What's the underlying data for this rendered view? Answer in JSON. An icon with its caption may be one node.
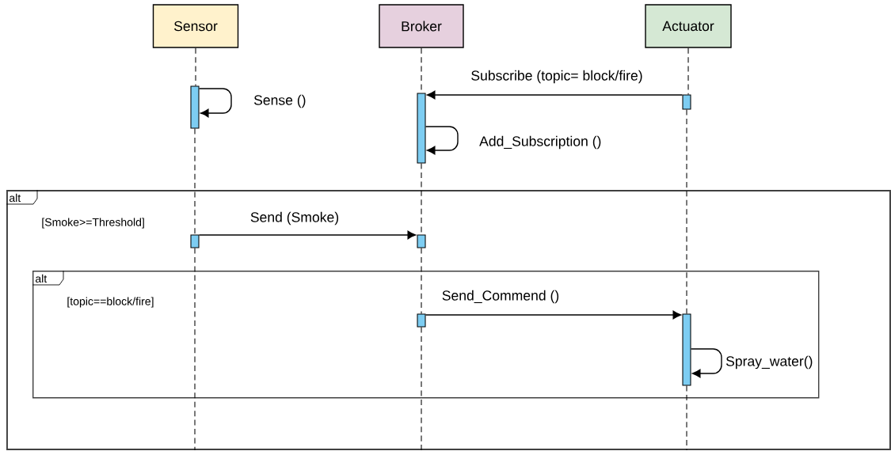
{
  "diagram": {
    "nodes": [
      {
        "text": [
          "Sensor"
        ]
      },
      {
        "text": [
          "Broker"
        ]
      },
      {
        "text": [
          "Actuator"
        ]
      },
      {
        "text": [],
        "shape": "bar"
      },
      {
        "text": [],
        "shape": "bar"
      },
      {
        "text": [],
        "shape": "bar"
      },
      {
        "text": [
          "alt",
          "[Smoke>=Threshold]"
        ]
      },
      {
        "text": [],
        "shape": "bar",
        "in": 6
      },
      {
        "text": [],
        "shape": "bar",
        "in": 6
      },
      {
        "text": [
          "alt",
          "[topic==block/fire]"
        ],
        "in": 6
      },
      {
        "text": [],
        "shape": "bar",
        "in": 9
      },
      {
        "text": [],
        "shape": "bar",
        "in": 9
      }
    ],
    "edges": [
      {
        "from": 3,
        "to": 3,
        "arrow": "to",
        "label": "Sense ()"
      },
      {
        "from": 5,
        "to": 4,
        "arrow": "to",
        "label": "Subscribe (topic= block/fire)"
      },
      {
        "from": 4,
        "to": 4,
        "arrow": "to",
        "label": "Add_Subscription ()"
      },
      {
        "from": 7,
        "to": 8,
        "arrow": "to",
        "label": "Send (Smoke)"
      },
      {
        "from": 10,
        "to": 11,
        "arrow": "to",
        "label": "Send_Commend ()"
      },
      {
        "from": 11,
        "to": 11,
        "arrow": "to",
        "label": "Spray_water()"
      },
      {
        "from": 0,
        "to": 3,
        "arrow": "none",
        "style": "dashed"
      },
      {
        "from": 3,
        "to": 7,
        "arrow": "none",
        "style": "dashed"
      },
      {
        "from": 7,
        "to": 6,
        "arrow": "none",
        "style": "dashed"
      },
      {
        "from": 1,
        "to": 4,
        "arrow": "none",
        "style": "dashed"
      },
      {
        "from": 4,
        "to": 8,
        "arrow": "none",
        "style": "dashed"
      },
      {
        "from": 8,
        "to": 10,
        "arrow": "none",
        "style": "dashed"
      },
      {
        "from": 10,
        "to": 6,
        "arrow": "none",
        "style": "dashed"
      },
      {
        "from": 2,
        "to": 5,
        "arrow": "none",
        "style": "dashed"
      },
      {
        "from": 5,
        "to": 11,
        "arrow": "none",
        "style": "dashed"
      },
      {
        "from": 11,
        "to": 6,
        "arrow": "none",
        "style": "dashed"
      }
    ]
  }
}
